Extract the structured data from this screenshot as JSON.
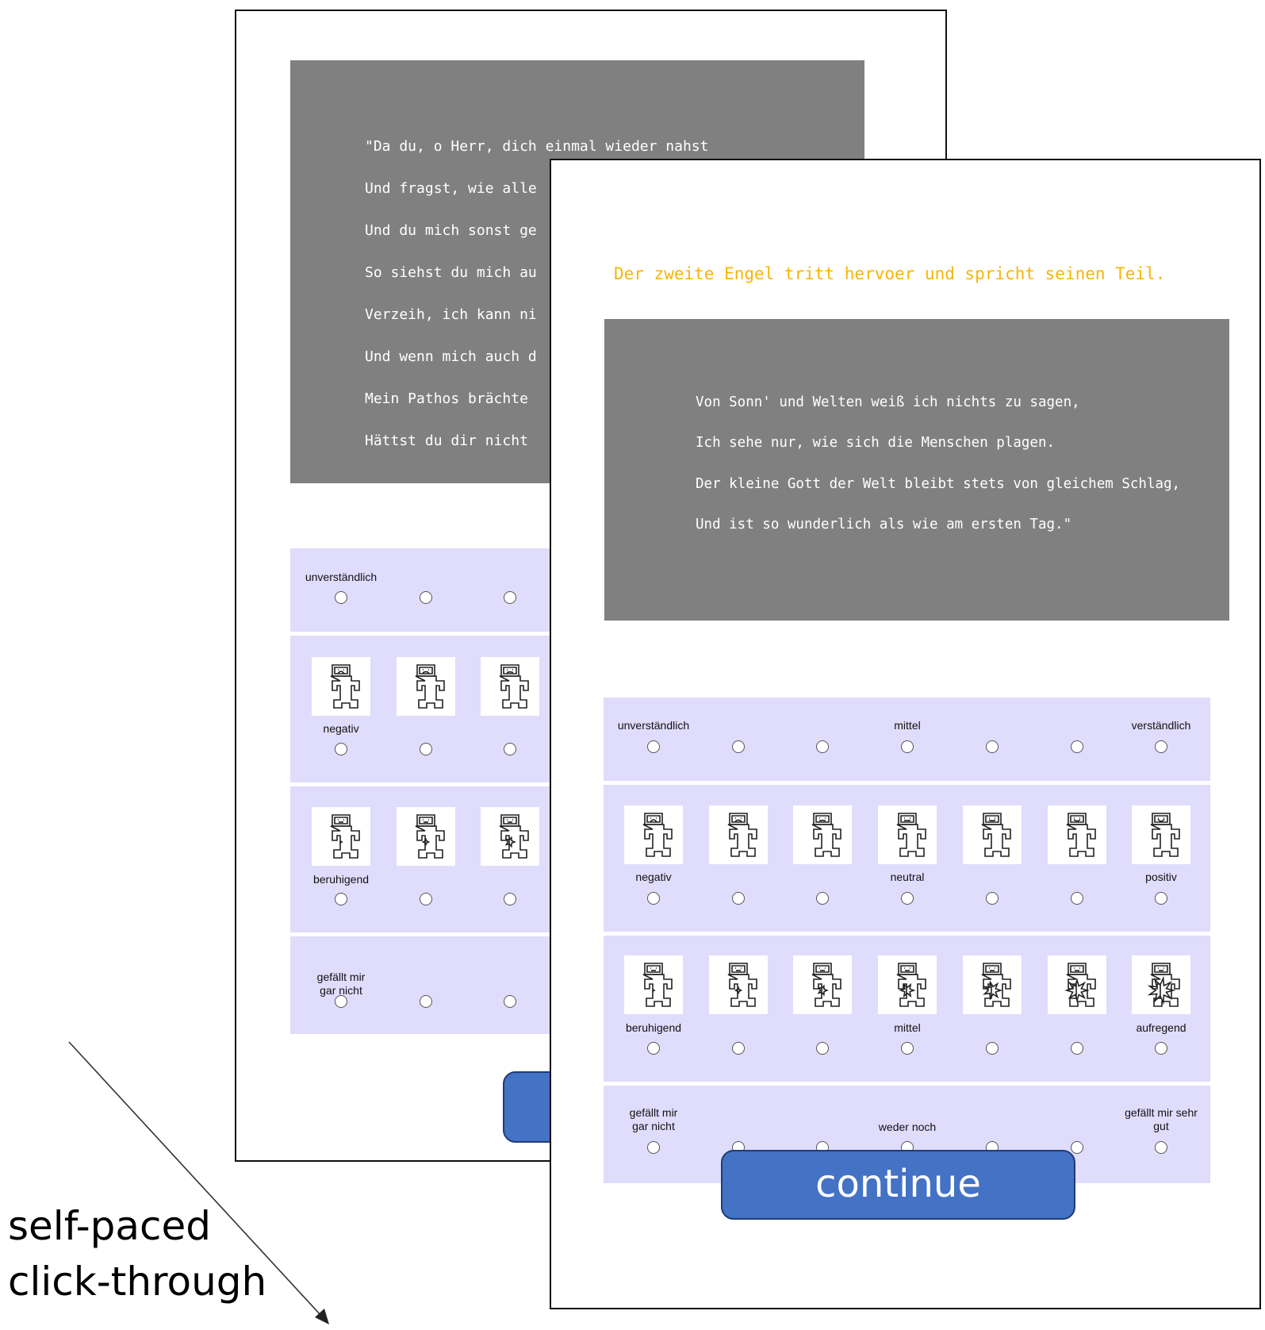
{
  "back_card": {
    "poem_lines": [
      "\"Da du, o Herr, dich einmal wieder nahst",
      "Und fragst, wie alle",
      "Und du mich sonst ge",
      "So siehst du mich au",
      "Verzeih, ich kann ni",
      "Und wenn mich auch d",
      "Mein Pathos brächte",
      "Hättst du dir nicht"
    ],
    "scale_comprehension": {
      "low_label": "unverständlich"
    },
    "scale_valence": {
      "low_label": "negativ"
    },
    "scale_arousal": {
      "low_label": "beruhigend"
    },
    "scale_liking": {
      "low_label": "gefällt mir\ngar nicht"
    }
  },
  "front_card": {
    "intro": "Der zweite Engel tritt hervoer und spricht seinen Teil.",
    "poem_lines": [
      "Von Sonn' und Welten weiß ich nichts zu sagen,",
      "Ich sehe nur, wie sich die Menschen plagen.",
      "Der kleine Gott der Welt bleibt stets von gleichem Schlag,",
      "Und ist so wunderlich als wie am ersten Tag.\""
    ],
    "scale_comprehension": {
      "low_label": "unverständlich",
      "mid_label": "mittel",
      "high_label": "verständlich"
    },
    "scale_valence": {
      "low_label": "negativ",
      "mid_label": "neutral",
      "high_label": "positiv"
    },
    "scale_arousal": {
      "low_label": "beruhigend",
      "mid_label": "mittel",
      "high_label": "aufregend"
    },
    "scale_liking": {
      "low_label": "gefällt mir\ngar nicht",
      "mid_label": "weder noch",
      "high_label": "gefällt mir sehr\ngut"
    },
    "continue_label": "continue"
  },
  "caption": "self-paced\nclick-through",
  "colors": {
    "poem_box": "#808080",
    "intro_text": "#f7b500",
    "panel": "#e0dcfc",
    "button": "#4472c4"
  },
  "icons": {
    "valence_manikin": "sam-valence-icon",
    "arousal_manikin": "sam-arousal-icon"
  },
  "scale_points": 7
}
